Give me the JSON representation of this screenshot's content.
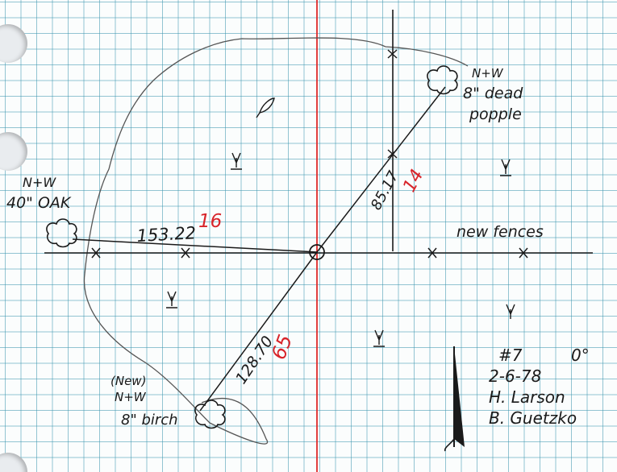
{
  "tree_oak": {
    "marker": "N+W",
    "label": "40\" OAK"
  },
  "tree_popple": {
    "marker": "N+W",
    "line1": "8\" dead",
    "line2": "popple"
  },
  "tree_birch": {
    "note": "(New)",
    "marker": "N+W",
    "label": "8\" birch"
  },
  "distances": {
    "oak": "153.22",
    "popple": "85.17",
    "birch": "128.70"
  },
  "red_marks": {
    "oak": "16",
    "popple": "14",
    "birch": "65"
  },
  "fence_label": "new fences",
  "record": {
    "number": "#7",
    "bearing": "0°",
    "date": "2-6-78",
    "surveyor1": "H. Larson",
    "surveyor2": "B. Guetzko"
  },
  "colors": {
    "grid": "#3c96af",
    "ink": "#1a1a1a",
    "red_ink": "#d8242a",
    "center_line": "#e02a2a"
  },
  "symbols": {
    "marsh": "marsh-tuft-icon",
    "arrow": "north-arrow-icon",
    "tree": "tree-cloud-icon"
  }
}
